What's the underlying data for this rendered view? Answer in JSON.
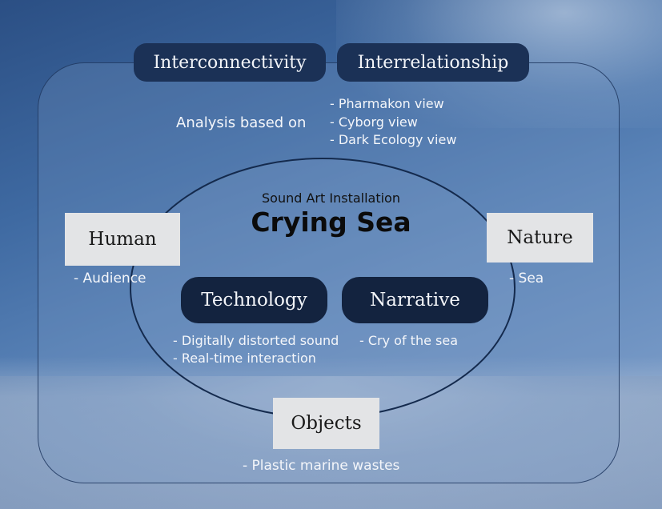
{
  "top_labels": {
    "interconnectivity": "Interconnectivity",
    "interrelationship": "Interrelationship"
  },
  "analysis": {
    "label": "Analysis based on",
    "views": [
      "- Pharmakon view",
      "- Cyborg view",
      "- Dark Ecology view"
    ]
  },
  "center": {
    "subtitle": "Sound Art Installation",
    "title": "Crying Sea"
  },
  "human": {
    "label": "Human",
    "note": "- Audience"
  },
  "nature": {
    "label": "Nature",
    "note": "- Sea"
  },
  "technology": {
    "label": "Technology",
    "notes": [
      "- Digitally distorted sound",
      "- Real-time interaction"
    ]
  },
  "narrative": {
    "label": "Narrative",
    "note": "- Cry of the sea"
  },
  "objects": {
    "label": "Objects",
    "note": "- Plastic marine wastes"
  },
  "colors": {
    "pill": "#1b3156",
    "box": "#e3e4e6",
    "outline": "#1e375f"
  }
}
